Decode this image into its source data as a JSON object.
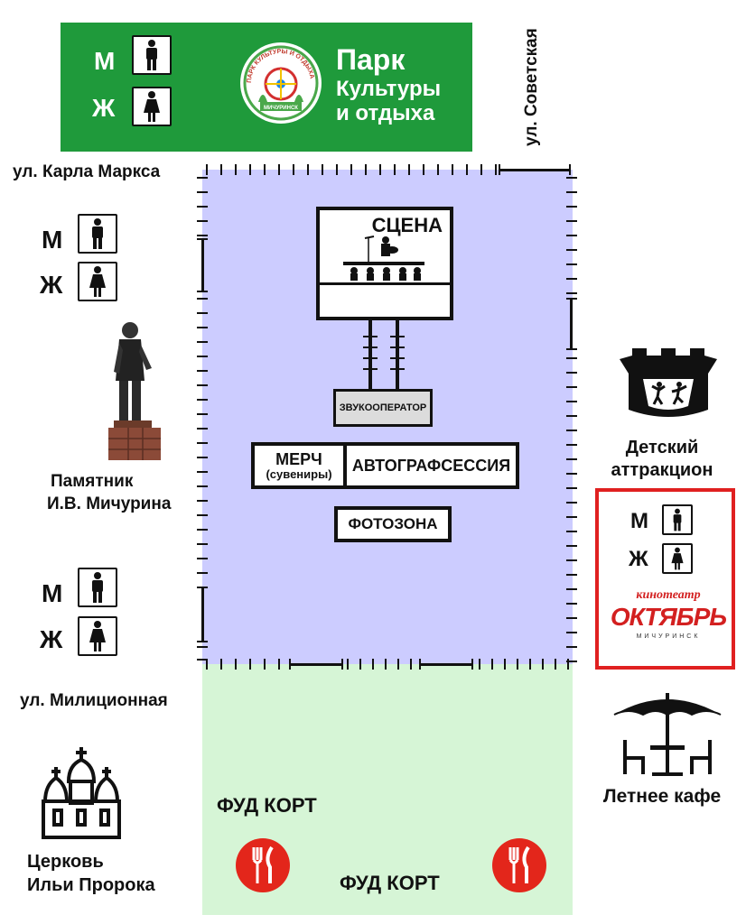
{
  "park_banner": {
    "title_line1": "Парк",
    "title_line2": "Культуры",
    "title_line3": "и отдыха",
    "logo_top_text": "ПАРК КУЛЬТУРЫ И ОТДЫХА",
    "logo_bottom_text": "МИЧУРИНСК",
    "color": "#1f9a3b"
  },
  "restroom": {
    "male": "М",
    "female": "Ж"
  },
  "streets": {
    "sovetskaya": "ул. Советская",
    "karla_marksa": "ул. Карла Маркса",
    "militsionnaya": "ул. Милиционная"
  },
  "venue": {
    "stage": "СЦЕНА",
    "sound": "ЗВУКООПЕРАТОР",
    "merch": "МЕРЧ",
    "merch_sub": "(сувениры)",
    "autograph": "АВТОГРАФСЕССИЯ",
    "photozone": "ФОТОЗОНА",
    "zone_color": "#ccccff"
  },
  "landmarks": {
    "monument_line1": "Памятник",
    "monument_line2": "И.В. Мичурина",
    "kids_line1": "Детский",
    "kids_line2": "аттракцион",
    "church_line1": "Церковь",
    "church_line2": "Ильи Пророка",
    "cafe": "Летнее кафе"
  },
  "cinema": {
    "top": "кинотеатр",
    "name": "ОКТЯБРЬ",
    "city": "МИЧУРИНСК",
    "border_color": "#e02020"
  },
  "food": {
    "label1": "ФУД КОРТ",
    "label2": "ФУД КОРТ",
    "zone_color": "#d6f5d6",
    "icon_color": "#e3261b"
  }
}
